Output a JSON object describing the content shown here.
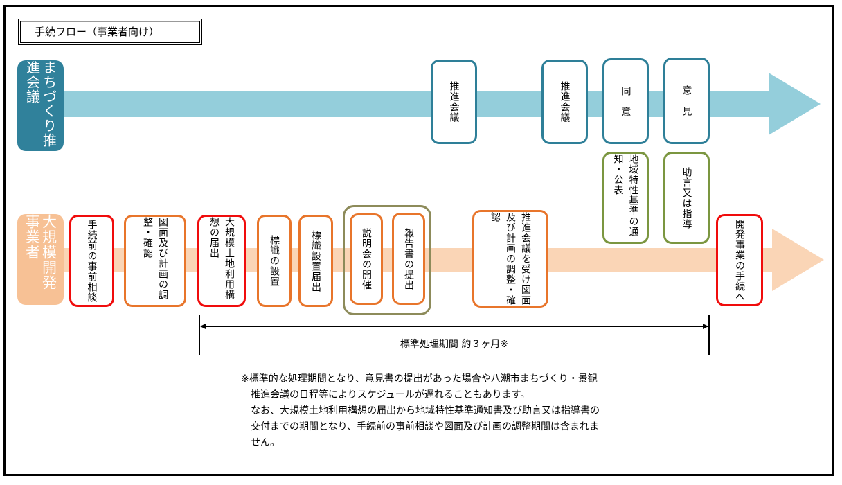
{
  "title": "手続フロー（事業者向け）",
  "lanes": {
    "council": {
      "label": "まちづくり推進会議",
      "color": "#30819b",
      "arrow_color": "#94cedb"
    },
    "developer": {
      "label": "大規模開発事業者",
      "color": "#f7c195",
      "arrow_color": "#fad5b6"
    }
  },
  "council_steps": [
    {
      "label": "推進会議"
    },
    {
      "label": "推進会議"
    },
    {
      "label": "同　意"
    },
    {
      "label": "意　見"
    }
  ],
  "result_steps": [
    {
      "label": "地域特性基準の通知・公表"
    },
    {
      "label": "助言又は指導"
    }
  ],
  "developer_steps": [
    {
      "label": "手続前の事前相談"
    },
    {
      "label": "図面及び計画の調整・確認"
    },
    {
      "label": "大規模土地利用構想の届出"
    },
    {
      "label": "標識の設置"
    },
    {
      "label": "標識設置届出"
    },
    {
      "label": "説明会の開催"
    },
    {
      "label": "報告書の提出"
    },
    {
      "label": "推進会議を受け図面及び計画の調整・確認"
    },
    {
      "label": "開発事業の手続へ"
    }
  ],
  "period": {
    "label": "標準処理期間 約３ヶ月※"
  },
  "notes": [
    "※標準的な処理期間となり、意見書の提出があった場合や八潮市まちづくり・景観",
    "推進会議の日程等によりスケジュールが遅れることもあります。",
    "なお、大規模土地利用構想の届出から地域特性基準通知書及び助言又は指導書の",
    "交付までの期間となり、手続前の事前相談や図面及び計画の調整期間は含まれま",
    "せん。"
  ]
}
